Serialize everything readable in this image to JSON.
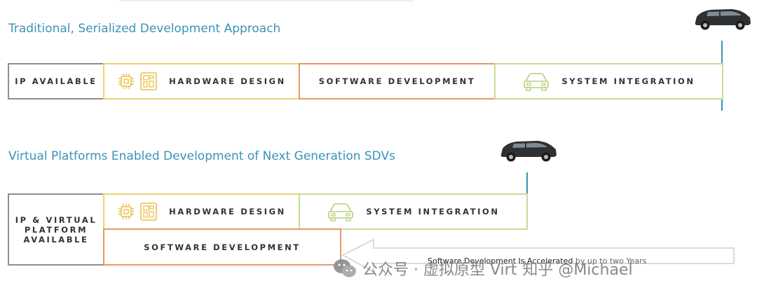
{
  "section1": {
    "title": "Traditional, Serialized Development Approach",
    "stages": [
      {
        "label": "IP AVAILABLE"
      },
      {
        "label": "HARDWARE DESIGN"
      },
      {
        "label": "SOFTWARE DEVELOPMENT"
      },
      {
        "label": "SYSTEM INTEGRATION"
      }
    ]
  },
  "section2": {
    "title": "Virtual Platforms Enabled Development of Next Generation SDVs",
    "ip_box_lines": [
      "IP & VIRTUAL",
      "PLATFORM",
      "AVAILABLE"
    ],
    "hardware_label": "HARDWARE DESIGN",
    "system_label": "SYSTEM INTEGRATION",
    "software_label": "SOFTWARE DEVELOPMENT",
    "accelerated_note": "Software Development Is Accelerated",
    "accelerated_note_tail": "by up to two Years"
  },
  "watermark": {
    "text": "公众号 · 虚拟原型 Virt",
    "text2": "知乎 @Michael"
  },
  "colors": {
    "title_blue": "#3a93b8",
    "ip_border": "#8e8e8e",
    "hardware_border": "#f0d274",
    "software_border": "#e59a67",
    "integration_border": "#c9dc95",
    "timeline_line": "#3a93b8"
  },
  "icons": [
    "chip-icon",
    "board-icon",
    "car-outline-icon",
    "car-image-icon",
    "wechat-logo-icon"
  ]
}
